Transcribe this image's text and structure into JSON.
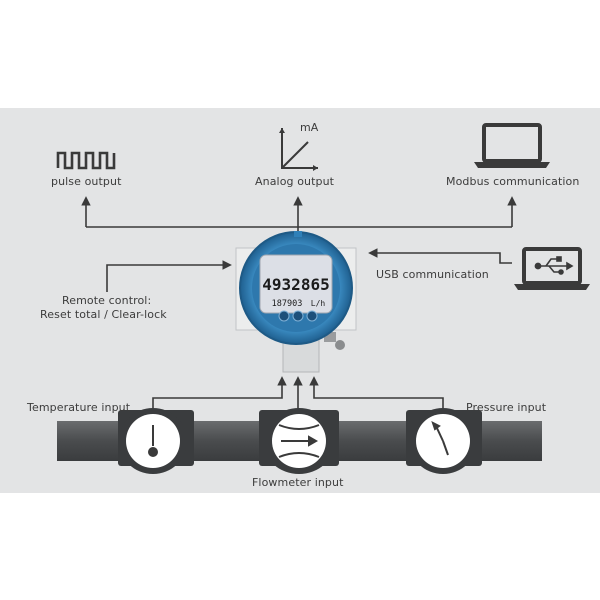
{
  "labels": {
    "pulse_output": "pulse output",
    "analog_output": "Analog output",
    "analog_unit": "mA",
    "modbus": "Modbus communication",
    "usb": "USB communication",
    "remote_line1": "Remote control:",
    "remote_line2": "Reset total / Clear-lock",
    "temperature_input": "Temperature input",
    "pressure_input": "Pressure input",
    "flowmeter_input": "Flowmeter input"
  },
  "display": {
    "main_value": "4932865",
    "second_value": "187903",
    "second_unit": "L/h"
  },
  "colors": {
    "panel": "#e3e4e5",
    "line": "#3a3a3a",
    "device_blue": "#2f80b8",
    "pipe": "#4a4c4e",
    "lcd": "#dcdfe6"
  }
}
